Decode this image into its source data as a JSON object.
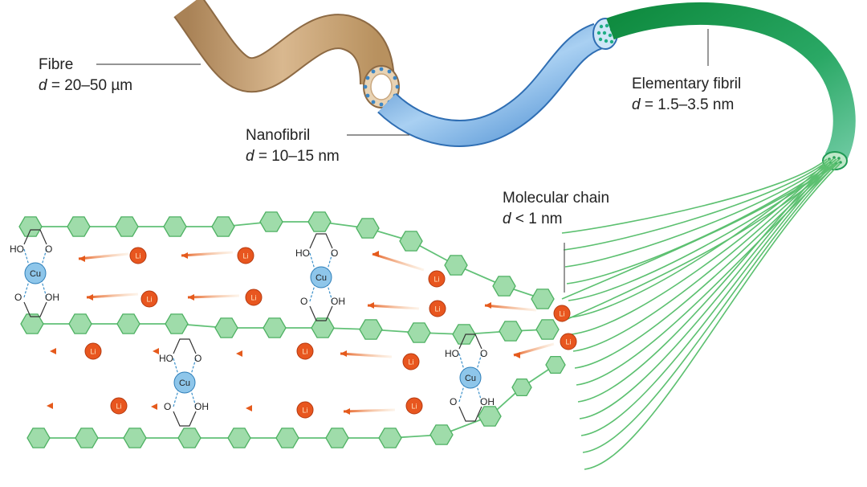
{
  "labels": {
    "fibre": {
      "name": "Fibre",
      "d_symbol": "d",
      "d_value": "= 20–50 µm"
    },
    "nanofibril": {
      "name": "Nanofibril",
      "d_symbol": "d",
      "d_value": "= 10–15 nm"
    },
    "elementary_fibril": {
      "name": "Elementary fibril",
      "d_symbol": "d",
      "d_value": "= 1.5–3.5 nm"
    },
    "molecular_chain": {
      "name": "Molecular chain",
      "d_symbol": "d",
      "d_value": "< 1 nm"
    }
  },
  "chem": {
    "cu": "Cu",
    "li": "Li",
    "ho": "HO",
    "oh": "OH",
    "o": "O"
  },
  "colors": {
    "fibre": "#c9a77f",
    "nanofibril": "#6fa6dc",
    "elementary_fibril": "#1f9a55",
    "chain": "#7ccf8c",
    "ring_fill": "#9fdcaa",
    "cu_fill": "#8ec6ea",
    "li_fill": "#e8561f"
  }
}
